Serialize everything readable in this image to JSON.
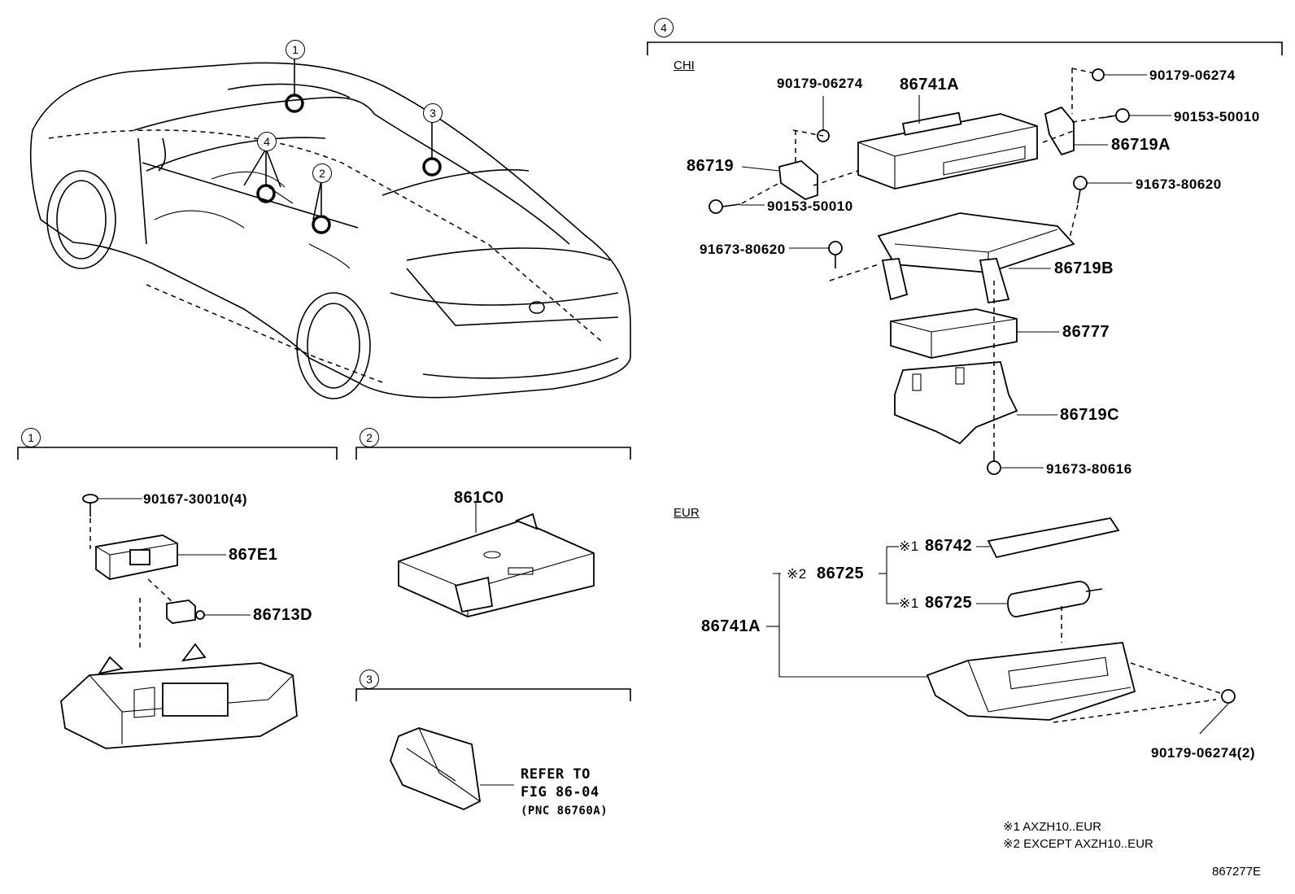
{
  "sections": {
    "s1": "1",
    "s2": "2",
    "s3": "3",
    "s4": "4"
  },
  "car_callouts": [
    "1",
    "2",
    "3",
    "4"
  ],
  "regions": {
    "chi": "CHI",
    "eur": "EUR"
  },
  "parts": {
    "p_90167": "90167-30010(4)",
    "p_867E1": "867E1",
    "p_86713D": "86713D",
    "p_861C0": "861C0",
    "refer_line1": "REFER TO",
    "refer_line2": "FIG 86-04",
    "refer_line3": "(PNC 86760A)",
    "chi_90179_left": "90179-06274",
    "chi_86741A": "86741A",
    "chi_90179_right": "90179-06274",
    "chi_90153_right": "90153-50010",
    "chi_86719A": "86719A",
    "chi_86719": "86719",
    "chi_90153_left": "90153-50010",
    "chi_91673_right": "91673-80620",
    "chi_91673_left": "91673-80620",
    "chi_86719B": "86719B",
    "chi_86777": "86777",
    "chi_86719C": "86719C",
    "chi_91673_80616": "91673-80616",
    "eur_86742_mark": "※1",
    "eur_86742": "86742",
    "eur_86725_top_mark": "※2",
    "eur_86725_top": "86725",
    "eur_86725_bottom_mark": "※1",
    "eur_86725_bottom": "86725",
    "eur_86741A": "86741A",
    "eur_90179": "90179-06274(2)"
  },
  "notes": {
    "note1": "※1 AXZH10..EUR",
    "note2": "※2 EXCEPT AXZH10..EUR"
  },
  "figure_id": "867277E"
}
